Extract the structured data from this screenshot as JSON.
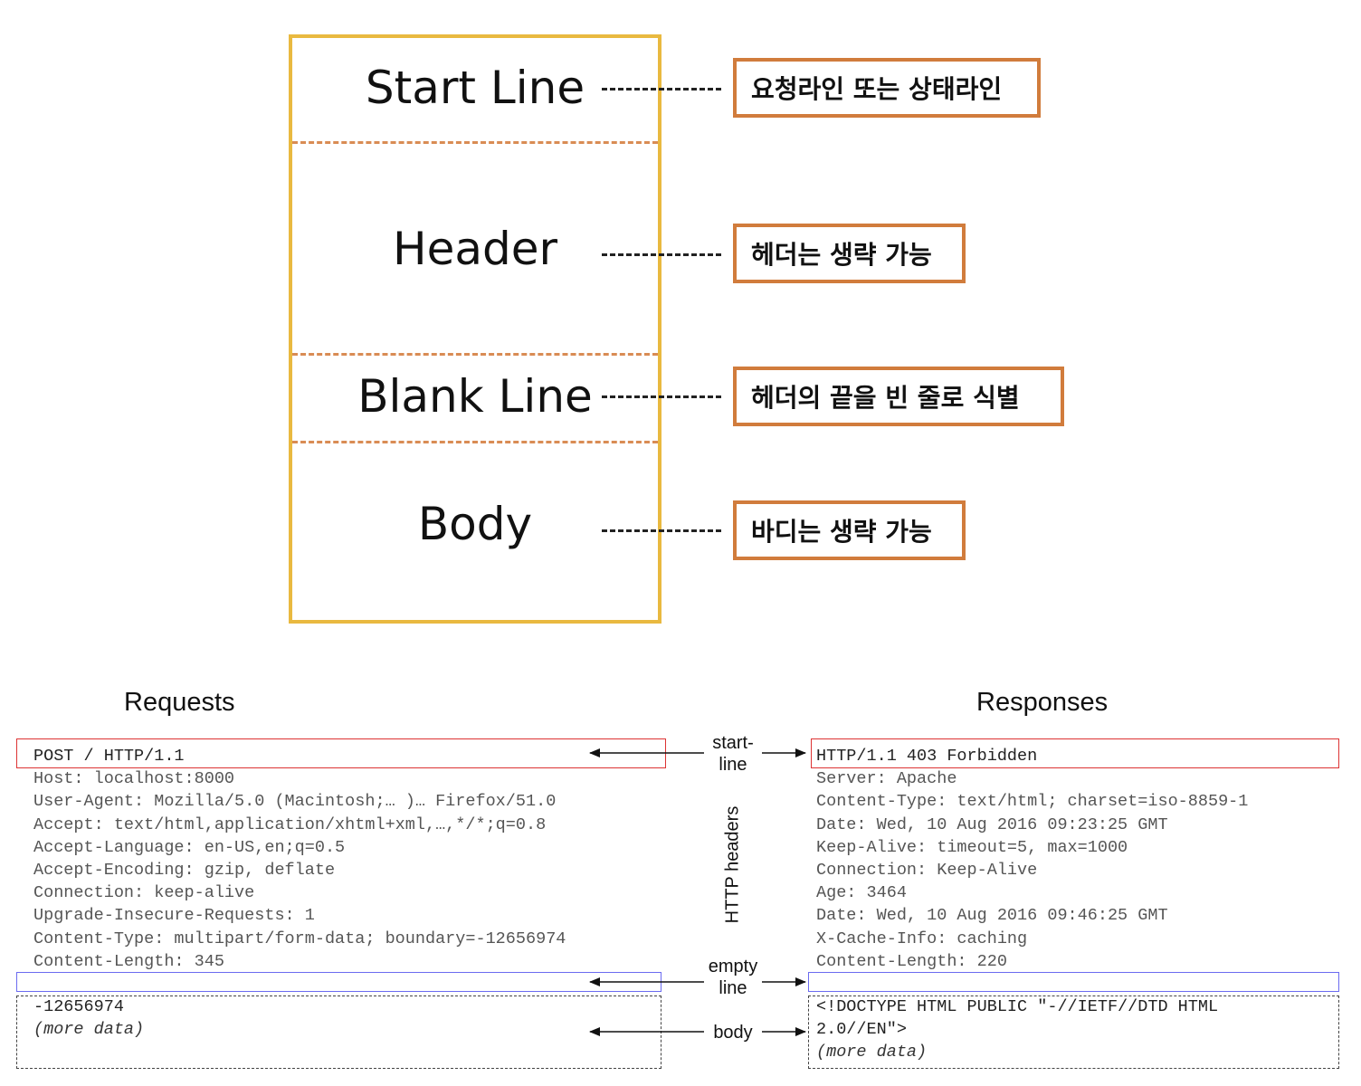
{
  "structure": {
    "sections": [
      {
        "label": "Start Line",
        "note": "요청라인 또는 상태라인"
      },
      {
        "label": "Header",
        "note": "헤더는 생략 가능"
      },
      {
        "label": "Blank Line",
        "note": "헤더의 끝을 빈 줄로 식별"
      },
      {
        "label": "Body",
        "note": "바디는 생략 가능"
      }
    ],
    "colors": {
      "box": "#e9b940",
      "separator": "#d98c54",
      "note_border": "#d17c3c"
    }
  },
  "requests": {
    "title": "Requests",
    "start_line": "POST / HTTP/1.1",
    "headers": [
      "Host: localhost:8000",
      "User-Agent: Mozilla/5.0 (Macintosh;… )… Firefox/51.0",
      "Accept: text/html,application/xhtml+xml,…,*/*;q=0.8",
      "Accept-Language: en-US,en;q=0.5",
      "Accept-Encoding: gzip, deflate",
      "Connection: keep-alive",
      "Upgrade-Insecure-Requests: 1",
      "Content-Type: multipart/form-data; boundary=-12656974",
      "Content-Length: 345"
    ],
    "body": [
      "-12656974"
    ],
    "more": "(more data)"
  },
  "responses": {
    "title": "Responses",
    "start_line": "HTTP/1.1 403 Forbidden",
    "headers": [
      "Server: Apache",
      "Content-Type: text/html; charset=iso-8859-1",
      "Date: Wed, 10 Aug 2016 09:23:25 GMT",
      "Keep-Alive: timeout=5, max=1000",
      "Connection: Keep-Alive",
      "Age: 3464",
      "Date: Wed, 10 Aug 2016 09:46:25 GMT",
      "X-Cache-Info: caching",
      "Content-Length: 220"
    ],
    "body": [
      "<!DOCTYPE HTML PUBLIC \"-//IETF//DTD HTML",
      "2.0//EN\">"
    ],
    "more": "(more data)"
  },
  "middle_labels": {
    "start_line": [
      "start-",
      "line"
    ],
    "headers": "HTTP headers",
    "empty_line": [
      "empty",
      "line"
    ],
    "body": "body"
  },
  "frame_colors": {
    "start_line": "#dd3333",
    "empty_line": "#6b6bf0"
  }
}
